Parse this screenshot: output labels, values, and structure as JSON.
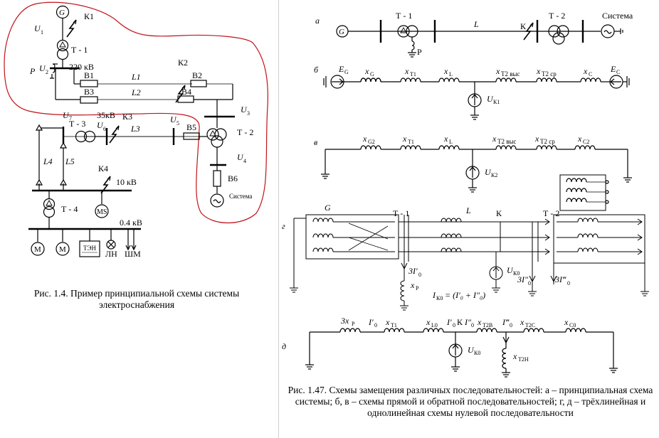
{
  "left": {
    "labels": {
      "g": "G",
      "k1": "К1",
      "u1": "U",
      "u1_sub": "1",
      "t1": "Т - 1",
      "p": "P",
      "u2": "U",
      "u2_sub": "2",
      "kv220": "220 кВ",
      "k2": "К2",
      "b1": "В1",
      "l1": "L1",
      "b2": "В2",
      "b3": "В3",
      "l2": "L2",
      "b4": "В4",
      "u3": "U",
      "u3_sub": "3",
      "u7": "U",
      "u7_sub": "7",
      "kv35": "35кВ",
      "u6": "U",
      "u6_sub": "6",
      "k3": "К3",
      "u5": "U",
      "u5_sub": "5",
      "t3": "Т - 3",
      "l3": "L3",
      "b5": "В5",
      "t2": "Т - 2",
      "u4": "U",
      "u4_sub": "4",
      "l4": "L4",
      "l5": "L5",
      "b6": "В6",
      "k4": "К4",
      "kv10": "10 кВ",
      "t4": "Т - 4",
      "ms": "MS",
      "system": "Система",
      "kv04": "0.4 кВ",
      "m1": "M",
      "m2": "M",
      "ten": "ТЭН",
      "ln": "ЛН",
      "shm": "ШМ"
    },
    "caption": "Рис. 1.4. Пример принципиальной схемы системы электроснабжения"
  },
  "right": {
    "a": {
      "letter": "а",
      "g": "G",
      "t1": "Т - 1",
      "l": "L",
      "k": "К",
      "t2": "Т - 2",
      "system": "Система",
      "p": "Р"
    },
    "b": {
      "letter": "б",
      "eg": "E",
      "eg_sub": "G",
      "xg": "x",
      "xg_sub": "G",
      "xt1": "x",
      "xt1_sub": "Т1",
      "xl": "x",
      "xl_sub": "L",
      "xt2v": "x",
      "xt2v_sub": "Т2 выс",
      "xt2s": "x",
      "xt2s_sub": "Т2 ср",
      "xc": "x",
      "xc_sub": "С",
      "ec": "E",
      "ec_sub": "С",
      "uk": "U",
      "uk_sub": "К1"
    },
    "v": {
      "letter": "в",
      "xg2": "x",
      "xg2_sub": "G2",
      "xt1": "x",
      "xt1_sub": "Т1",
      "xl": "x",
      "xl_sub": "L",
      "xt2v": "x",
      "xt2v_sub": "Т2 выс",
      "xt2s": "x",
      "xt2s_sub": "Т2 ср",
      "xc2": "x",
      "xc2_sub": "С2",
      "uk": "U",
      "uk_sub": "К2"
    },
    "g": {
      "letter": "г",
      "g": "G",
      "t1": "Т - 1",
      "l": "L",
      "k": "К",
      "t2": "Т - 2",
      "i0": "3I′",
      "i0_sub": "0",
      "xp": "x",
      "xp_sub": "Р",
      "uk": "U",
      "uk_sub": "К0",
      "i0pp": "3I″",
      "i0pp_sub": "0",
      "i0ppp": "3I‴",
      "i0ppp_sub": "0",
      "ik": "I",
      "ik_sub": "К0",
      "ik_formula": " = (I′₀ + I″₀)"
    },
    "d": {
      "letter": "д",
      "xp": "3x",
      "xp_sub": "Р",
      "i0": "I′",
      "i0_sub": "0",
      "xt1": "x",
      "xt1_sub": "Т1",
      "xl0": "x",
      "xl0_sub": "L0",
      "i0b": "I′",
      "i0b_sub": "0",
      "k": "К",
      "i0pp": "I″",
      "i0pp_sub": "0",
      "xt2b": "x",
      "xt2b_sub": "Т2В",
      "i0ppp": "I‴",
      "i0ppp_sub": "0",
      "xt2c": "x",
      "xt2c_sub": "Т2С",
      "xc0": "x",
      "xc0_sub": "С0",
      "uk": "U",
      "uk_sub": "К0",
      "xt2h": "x",
      "xt2h_sub": "Т2Н"
    },
    "caption": "Рис. 1.47. Схемы замещения различных последовательностей: а – принципиальная схема системы; б, в – схемы прямой и обратной последовательностей; г, д – трёхлинейная и однолинейная схемы нулевой последовательности"
  },
  "colors": {
    "outline": "#c0141b",
    "ink": "#000000",
    "divider": "#cfcfcf"
  }
}
